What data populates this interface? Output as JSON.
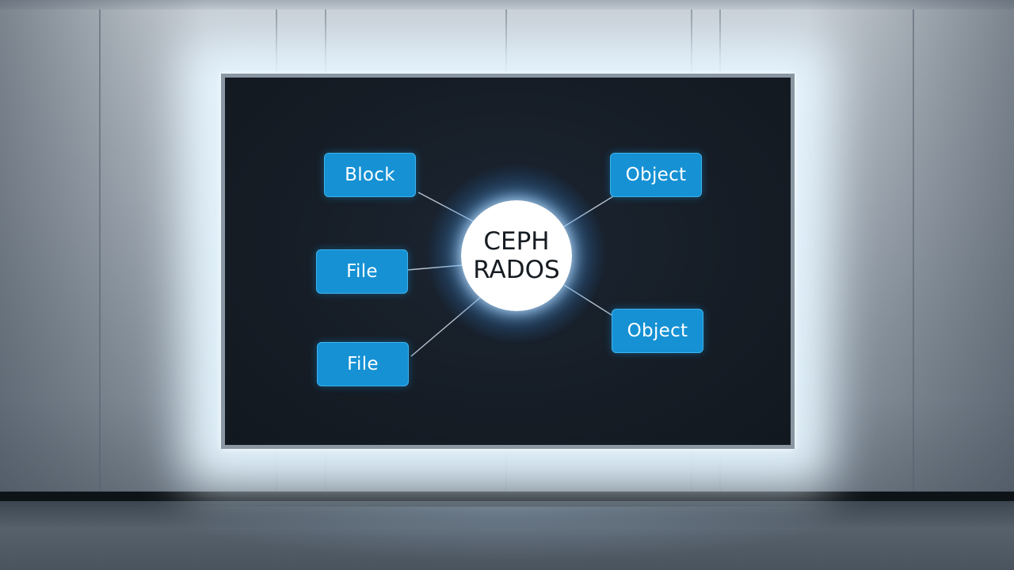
{
  "diagram": {
    "hub": {
      "line1": "CEPH",
      "line2": "RADOS"
    },
    "nodes": [
      {
        "id": "block",
        "label": "Block"
      },
      {
        "id": "file-1",
        "label": "File"
      },
      {
        "id": "file-2",
        "label": "File"
      },
      {
        "id": "object-1",
        "label": "Object"
      },
      {
        "id": "object-2",
        "label": "Object"
      }
    ],
    "connections": [
      {
        "from": "hub",
        "to": "block"
      },
      {
        "from": "hub",
        "to": "file-1"
      },
      {
        "from": "hub",
        "to": "file-2"
      },
      {
        "from": "hub",
        "to": "object-1"
      },
      {
        "from": "hub",
        "to": "object-2"
      }
    ]
  },
  "colors": {
    "node_fill": "#1591d4",
    "screen_background": "#161d26",
    "hub_fill": "#ffffff",
    "backlight": "#e6f5ff"
  }
}
